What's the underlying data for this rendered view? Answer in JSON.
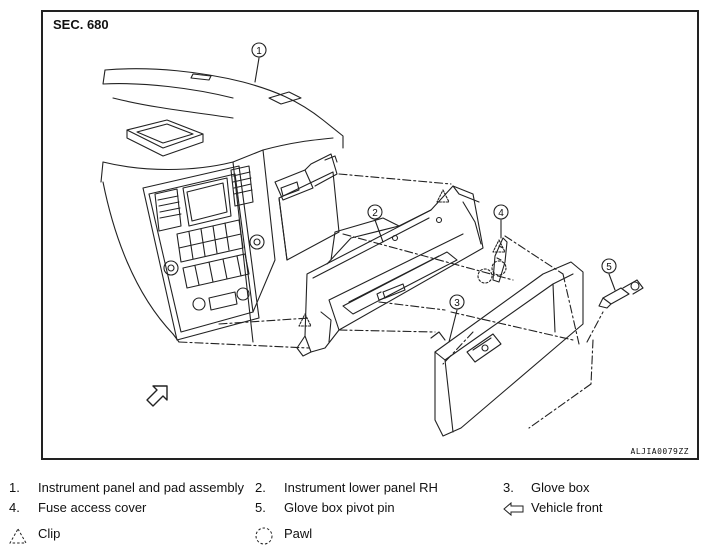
{
  "header": {
    "section": "SEC. 680"
  },
  "figure": {
    "id": "ALJIA0079ZZ"
  },
  "callouts": [
    "1",
    "2",
    "3",
    "4",
    "5"
  ],
  "legend": {
    "items": [
      {
        "num": "1.",
        "label": "Instrument panel and pad assembly"
      },
      {
        "num": "2.",
        "label": "Instrument lower panel RH"
      },
      {
        "num": "3.",
        "label": "Glove box"
      },
      {
        "num": "4.",
        "label": "Fuse access cover"
      },
      {
        "num": "5.",
        "label": "Glove box pivot pin"
      }
    ],
    "symbols": [
      {
        "icon": "vehicle-front-arrow-icon",
        "label": "Vehicle front"
      },
      {
        "icon": "clip-icon",
        "label": "Clip"
      },
      {
        "icon": "pawl-icon",
        "label": "Pawl"
      }
    ]
  }
}
